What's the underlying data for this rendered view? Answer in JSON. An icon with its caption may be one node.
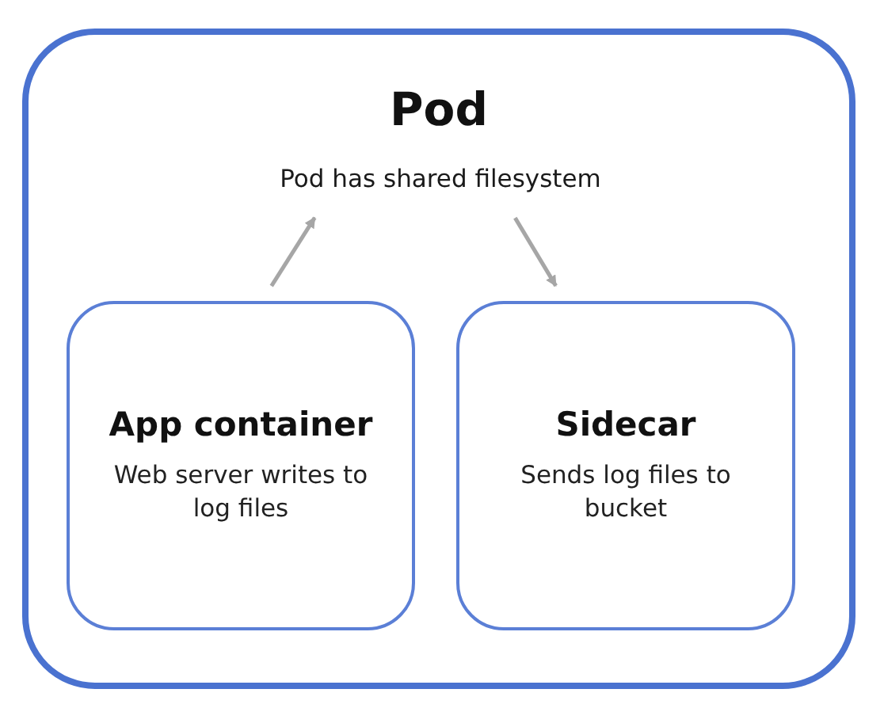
{
  "diagram": {
    "nodes": [
      {
        "text": [
          "Pod"
        ]
      },
      {
        "text": [
          "Pod has shared filesystem"
        ],
        "in": 0
      },
      {
        "text": [
          "App container",
          "Web server writes to log files"
        ],
        "in": 0
      },
      {
        "text": [
          "Sidecar",
          "Sends log files to bucket"
        ],
        "in": 0
      }
    ],
    "edges": [
      {
        "from": 2,
        "to": 1,
        "arrow": "to",
        "color": "#a6a6a6"
      },
      {
        "from": 1,
        "to": 3,
        "arrow": "to",
        "color": "#a6a6a6"
      }
    ]
  }
}
